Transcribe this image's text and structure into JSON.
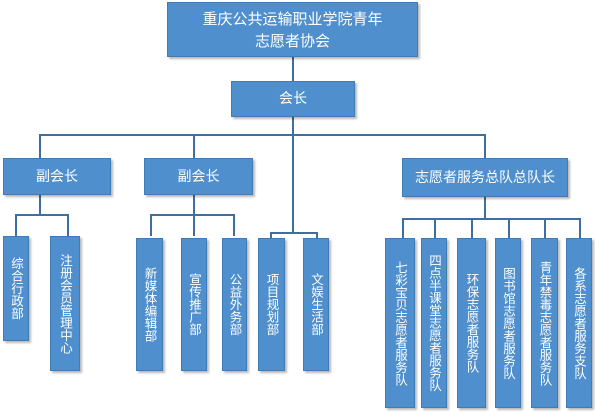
{
  "org_chart": {
    "root": {
      "line1": "重庆公共运输职业学院青年",
      "line2": "志愿者协会"
    },
    "president": "会长",
    "vice_presidents": [
      "副会长",
      "副会长"
    ],
    "team_leader": "志愿者服务总队总队长",
    "departments_vp1": [
      "综合行政部",
      "注册会员管理中心"
    ],
    "departments_vp2": [
      "新媒体编辑部",
      "宣传推广部",
      "公益外务部"
    ],
    "departments_president": [
      "项目规划部",
      "文娱生活部"
    ],
    "teams": [
      "七彩宝贝志愿者服务队",
      "四点半课堂志愿者服务队",
      "环保志愿者服务队",
      "图书馆志愿者服务队",
      "青年禁毒志愿者服务队",
      "各系志愿者服务支队"
    ]
  },
  "colors": {
    "box_fill": "#4f8fcd",
    "box_border": "#3f7bb5",
    "connector": "#3f6f9e",
    "text": "#ffffff"
  }
}
